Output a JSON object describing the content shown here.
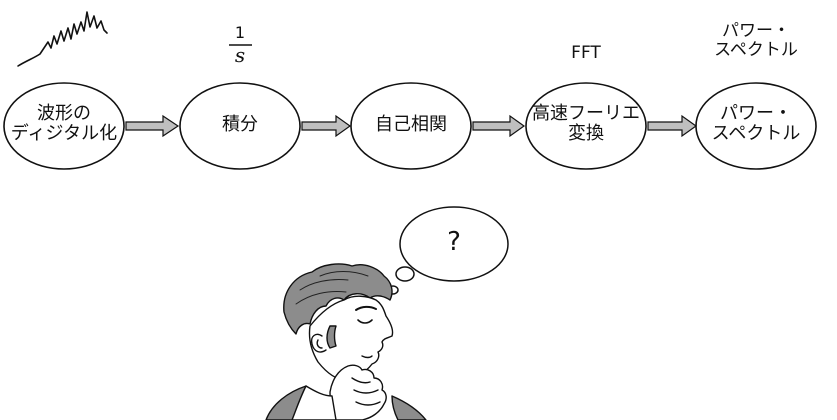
{
  "nodes": [
    {
      "id": "digitize",
      "lines": [
        "波形の",
        "ディジタル化"
      ]
    },
    {
      "id": "integrate",
      "lines": [
        "積分"
      ]
    },
    {
      "id": "autocorr",
      "lines": [
        "自己相関"
      ]
    },
    {
      "id": "fft",
      "lines": [
        "高速フーリエ",
        "変換"
      ]
    },
    {
      "id": "power",
      "lines": [
        "パワー・",
        "スペクトル"
      ]
    }
  ],
  "top_labels": {
    "integrate_fraction": {
      "numerator": "1",
      "denominator": "s"
    },
    "fft": "FFT",
    "power": [
      "パワー・",
      "スペクトル"
    ]
  },
  "thought_bubble": {
    "text": "?"
  },
  "colors": {
    "stroke": "#111111",
    "arrow_fill": "#bfbfbf",
    "hair": "#8c8c8c",
    "background": "#ffffff"
  },
  "icons": [
    "waveform-icon",
    "thinking-man-illustration"
  ]
}
